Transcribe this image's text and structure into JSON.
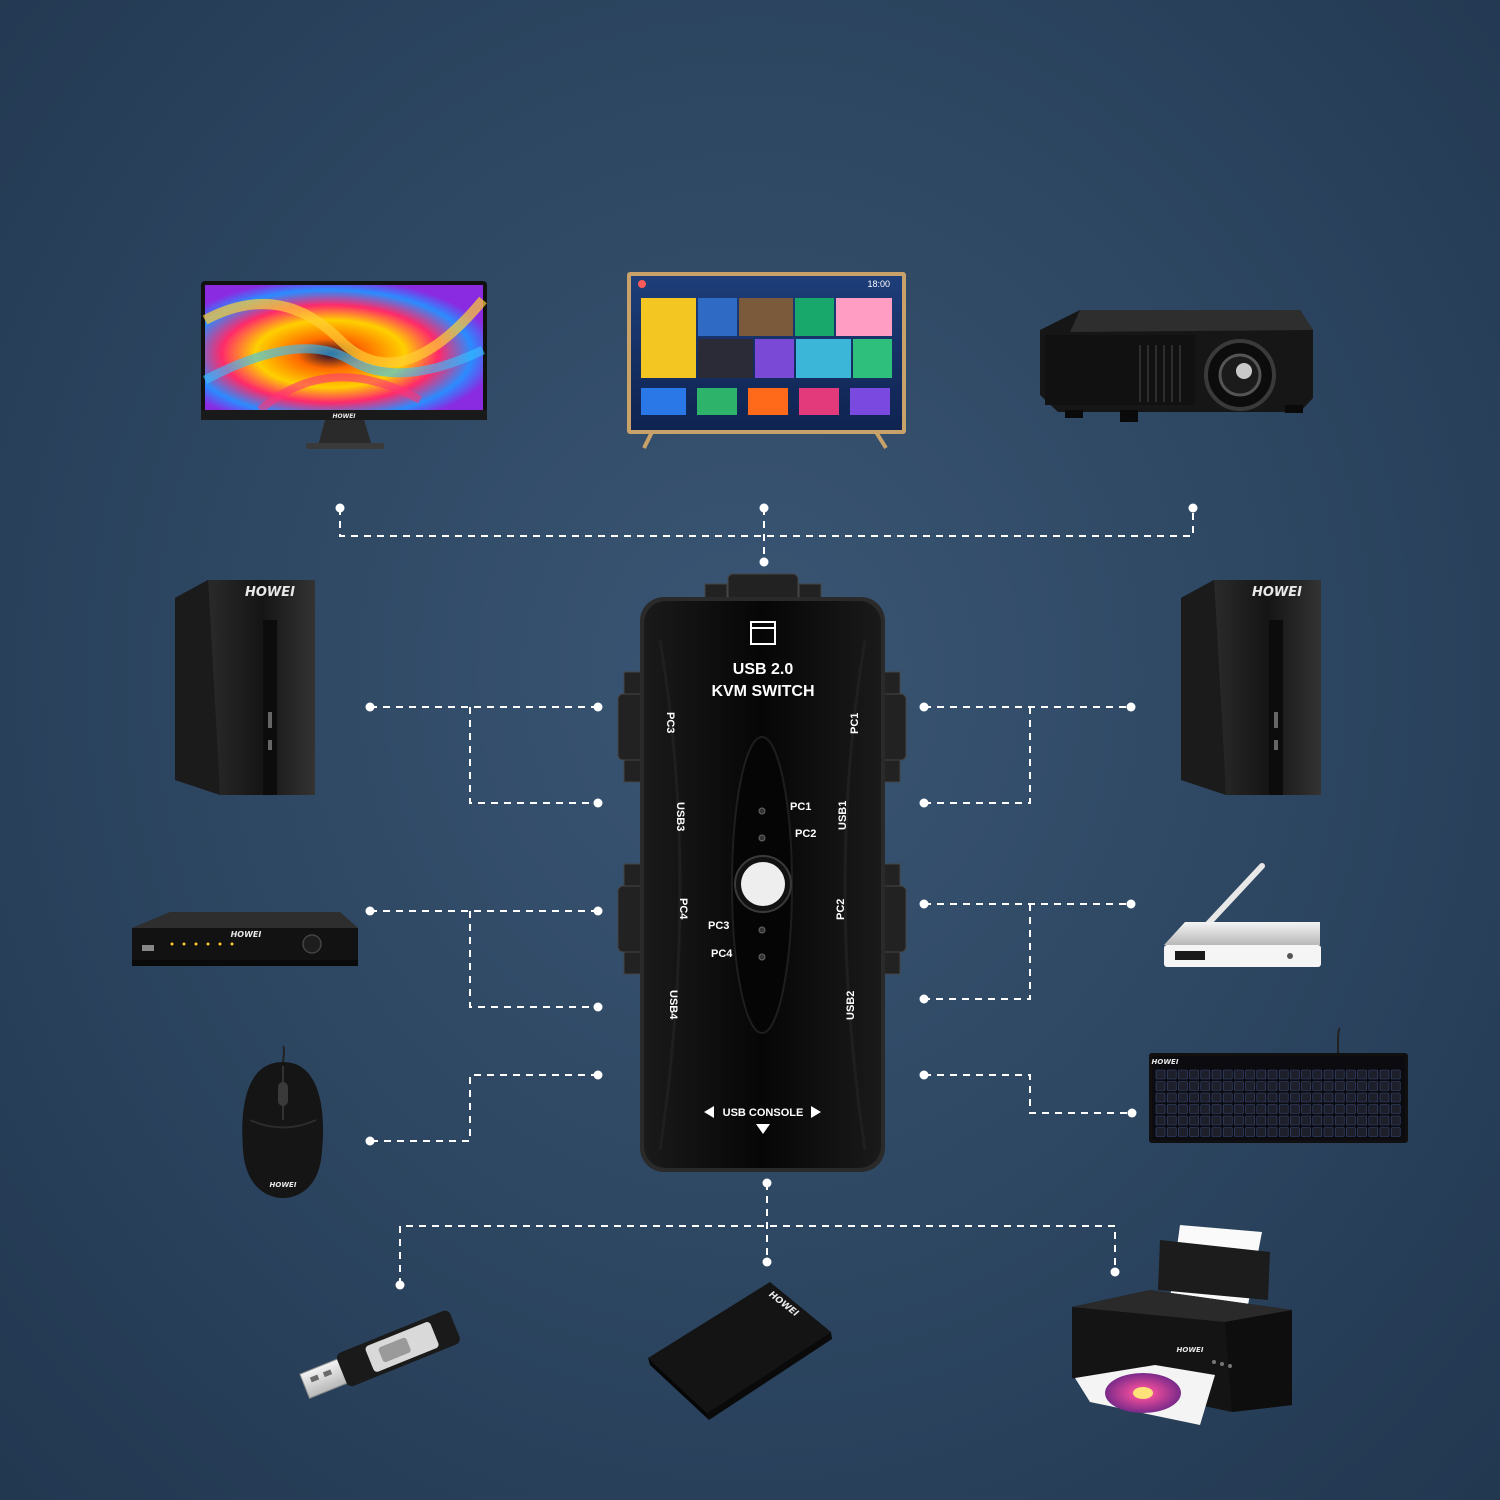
{
  "kvm": {
    "title_line1": "USB 2.0",
    "title_line2": "KVM SWITCH",
    "port_pc1": "PC1",
    "port_pc2": "PC2",
    "port_pc3": "PC3",
    "port_pc4": "PC4",
    "port_usb1": "USB1",
    "port_usb2": "USB2",
    "port_usb3": "USB3",
    "port_usb4": "USB4",
    "led_pc1": "PC1",
    "led_pc2": "PC2",
    "led_pc3": "PC3",
    "led_pc4": "PC4",
    "console_label": "USB CONSOLE"
  },
  "brand": "HOWEI",
  "tv_screen": {
    "time": "18:00"
  },
  "colors": {
    "background": "#2c4560",
    "device_black": "#141414",
    "connector_line": "#ffffff"
  },
  "icons": [
    "monitor-icon",
    "tv-icon",
    "projector-icon",
    "pc-tower-icon",
    "dvr-icon",
    "mouse-icon",
    "router-icon",
    "keyboard-icon",
    "usb-flash-drive-icon",
    "hard-drive-icon",
    "printer-icon"
  ]
}
